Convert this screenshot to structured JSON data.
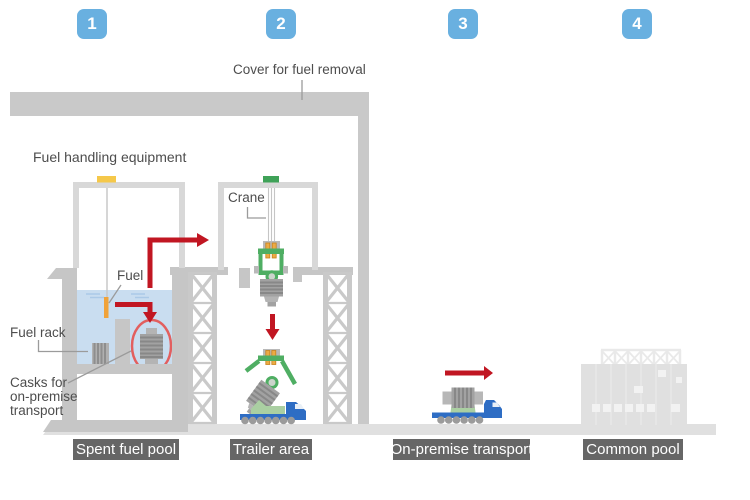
{
  "steps": [
    {
      "number": "1"
    },
    {
      "number": "2"
    },
    {
      "number": "3"
    },
    {
      "number": "4"
    }
  ],
  "annotations": {
    "cover": "Cover for fuel removal",
    "fuel_handling": "Fuel handling equipment",
    "crane": "Crane",
    "fuel": "Fuel",
    "fuel_rack": "Fuel rack",
    "casks_lines": [
      "Casks for",
      "on-premise",
      "transport"
    ]
  },
  "areas": [
    {
      "label": "Spent fuel pool"
    },
    {
      "label": "Trailer area"
    },
    {
      "label": "On-premise transport"
    },
    {
      "label": "Common pool"
    }
  ],
  "colors": {
    "step_badge": "#69b0e0",
    "arrow_red": "#c11622",
    "highlight_circle": "#e25f5f",
    "water": "#c9ddf0",
    "crane_green": "#4fae63",
    "trolley_green": "#3fa258",
    "equipment_yellow": "#f5c84a",
    "fuel_orange": "#f0a239",
    "truck_blue": "#2e6dc4",
    "cradle_green": "#aacfa2",
    "area_box_gray": "#666666",
    "structure_gray": "#c9c9c9",
    "text_gray": "#4d4d4d"
  }
}
